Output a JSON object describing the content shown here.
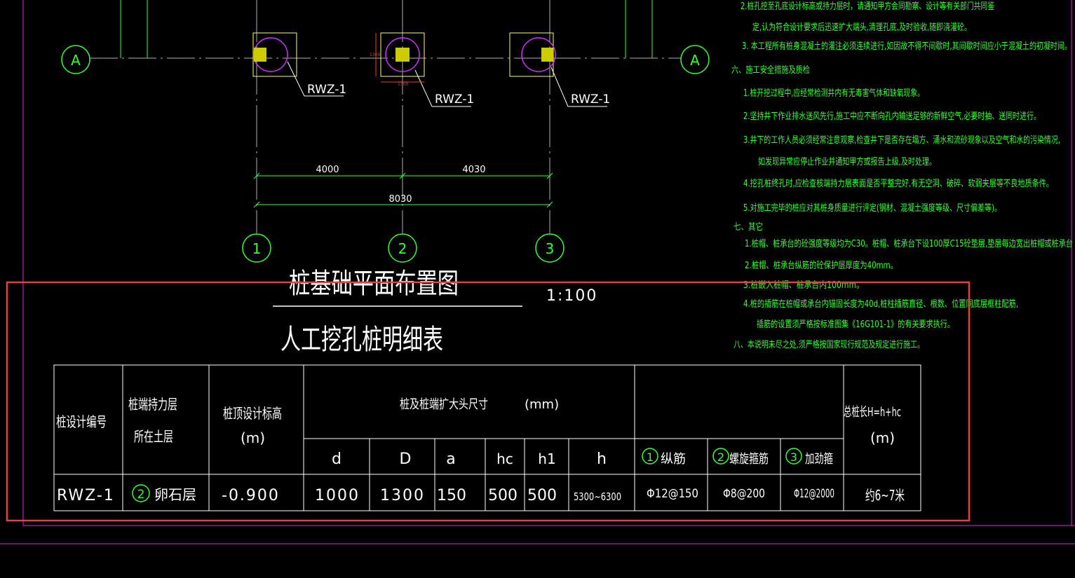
{
  "plan": {
    "axes": {
      "a_left": "A",
      "a_right": "A",
      "n1": "1",
      "n2": "2",
      "n3": "3"
    },
    "pile_labels": [
      "RWZ-1",
      "RWZ-1",
      "RWZ-1"
    ],
    "dims": {
      "d1": "4000",
      "d2": "4030",
      "total": "8030",
      "small_v": "1300",
      "small_h": "1300"
    },
    "title": "桩基础平面布置图",
    "scale": "1:100"
  },
  "notes": {
    "lines": [
      "2.桩孔挖至孔底设计标高或持力层时，请通知甲方会同勘察、设计等有关部门共同鉴",
      "定,认为符合设计要求后迅速扩大端头,清理孔底,及时验收,随即浇灌砼。",
      "3. 本工程所有桩身混凝土的灌注必须连续进行,如因故不得不间歇时,其间歇时间应小于混凝土的初凝时间。",
      "六、施工安全措施及质检",
      "1.桩开挖过程中,应经常检测井内有无毒害气体和缺氧现象。",
      "2.坚持井下作业排水送风先行,施工中应不断向孔内输送足够的新鲜空气,必要时抽、送同时进行。",
      "3.井下的工作人员必须经常注意观察,检查井下是否存在塌方、涌水和流砂现象以及空气和水的污染情况,",
      "如发现异常应停止作业并通知甲方或报告上级,及时处理。",
      "4.挖孔桩终孔时,应检查核端持力层表面是否平整完好,有无空洞、破碎、软弱夹层等不良地质条件。",
      "5.对施工完毕的桩应对其桩身质量进行评定(钢材、混凝土强度等级、尺寸偏差等)。",
      "七、其它",
      "1.桩帽、桩承台的砼强度等级均为C30。桩帽、桩承台下设100厚C15砼垫层,垫层每边宽出桩帽或桩承台",
      "2.桩帽、桩承台纵筋的砼保护层厚度为40mm。",
      "3.桩嵌入桩帽、桩承台内100mm。",
      "4.桩的插筋在桩帽或承台内锚固长度为40d,桩柱插筋直径、根数、位置同底层框柱配筋,",
      "插筋的设置须严格按标准图集《16G101-1》的有关要求执行。",
      "八、本说明未尽之处,须严格按国家现行规范及规定进行施工。"
    ]
  },
  "table": {
    "title": "人工挖孔桩明细表",
    "headers": {
      "pile_id": "桩设计编号",
      "bearing_1": "桩端持力层",
      "bearing_2": "所在土层",
      "top_elev_1": "桩顶设计标高",
      "top_elev_2": "(m)",
      "size_group": "桩及桩端扩大头尺寸",
      "size_unit": "(mm)",
      "total_1": "总桩长H=h+hc",
      "total_2": "(m)",
      "cols": [
        "d",
        "D",
        "a",
        "hc",
        "h1",
        "h"
      ],
      "rebar": [
        {
          "num": "1",
          "label": "纵筋"
        },
        {
          "num": "2",
          "label": "螺旋箍筋"
        },
        {
          "num": "3",
          "label": "加劲箍"
        }
      ]
    },
    "row": {
      "pile_id": "RWZ-1",
      "bearing_num": "2",
      "bearing_label": "卵石层",
      "top_elev": "-0.900",
      "d": "1000",
      "D": "1300",
      "a": "150",
      "hc": "500",
      "h1": "500",
      "h": "5300~6300",
      "rebar1": "Φ12@150",
      "rebar2": "Φ8@200",
      "rebar3": "Φ12@2000",
      "total": "约6~7米"
    }
  },
  "colors": {
    "background": "#000000",
    "line_white": "#ffffff",
    "line_green": "#33ff33",
    "grid_gray": "#b0b0b0",
    "pile_cap": "#ffff66",
    "pile_fill": "#cccc00",
    "circle_magenta": "#cc33ff",
    "frame_magenta": "#cc33cc",
    "dim_red": "#ff3333",
    "highlight_red": "#e8403c"
  }
}
